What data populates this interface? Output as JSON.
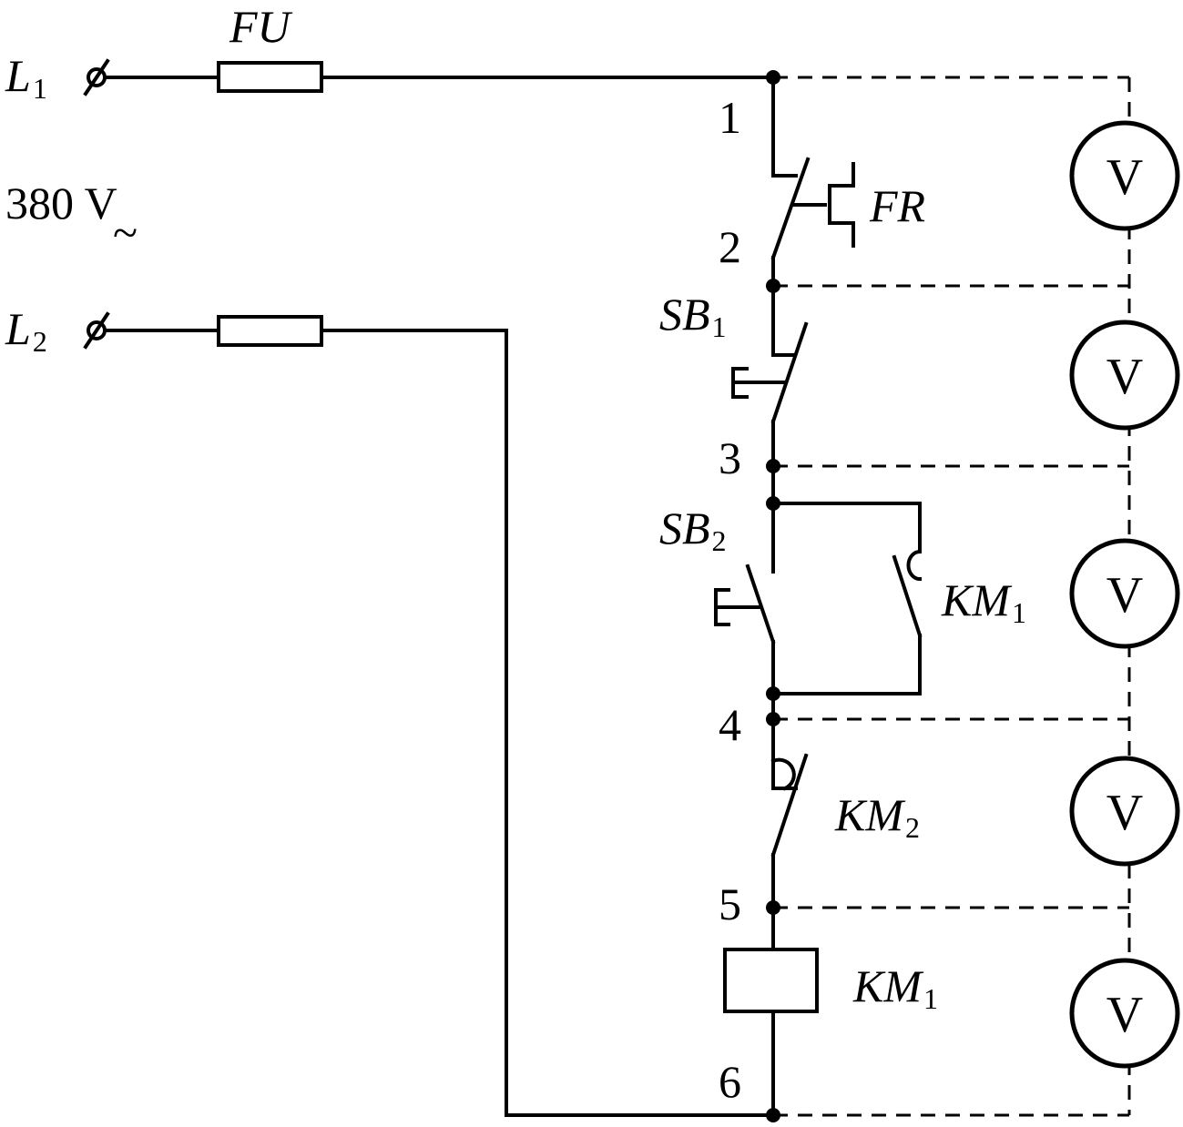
{
  "labels": {
    "line1_letter": "L",
    "line1_sub": "1",
    "line2_letter": "L",
    "line2_sub": "2",
    "supply_voltage": "380 V",
    "ac_symbol": "~",
    "fuse": "FU",
    "thermal_relay": "FR",
    "stop_button": "SB",
    "stop_button_sub": "1",
    "start_button": "SB",
    "start_button_sub": "2",
    "aux_contact": "KM",
    "aux_contact_sub": "1",
    "interlock_contact": "KM",
    "interlock_contact_sub": "2",
    "coil": "KM",
    "coil_sub": "1"
  },
  "nodes": [
    "1",
    "2",
    "3",
    "4",
    "5",
    "6"
  ],
  "voltmeters": [
    "V",
    "V",
    "V",
    "V",
    "V"
  ]
}
